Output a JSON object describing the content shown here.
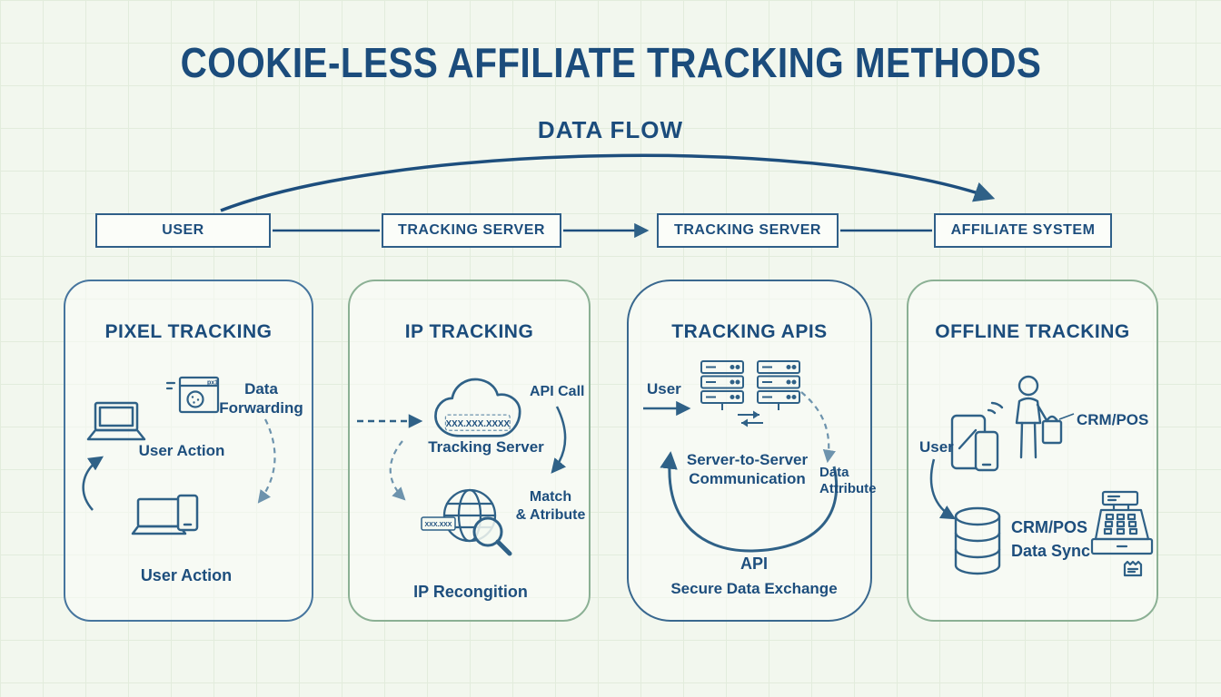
{
  "title": "COOKIE-LESS AFFILIATE TRACKING METHODS",
  "flow": {
    "label": "DATA FLOW",
    "nodes": [
      "USER",
      "TRACKING SERVER",
      "TRACKING SERVER",
      "AFFILIATE SYSTEM"
    ]
  },
  "cards": {
    "pixel": {
      "title": "PIXEL TRACKING",
      "pixel_tag": "px1",
      "data_forwarding_1": "Data",
      "data_forwarding_2": "Forwarding",
      "user_action_top": "User Action",
      "user_action_bottom": "User Action"
    },
    "ip": {
      "title": "IP TRACKING",
      "cloud_ip": "XXX.XXX.XXXX",
      "api_call": "API Call",
      "tracking_server": "Tracking Server",
      "match_1": "Match",
      "match_2": "& Atribute",
      "globe_tag": "XXX.XXX",
      "ip_recognition": "IP Recongition"
    },
    "apis": {
      "title": "TRACKING APIS",
      "user": "User",
      "s2s_1": "Server-to-Server",
      "s2s_2": "Communication",
      "data_attr_1": "Data",
      "data_attr_2": "Attribute",
      "api": "API",
      "secure": "Secure Data Exchange"
    },
    "offline": {
      "title": "OFFLINE TRACKING",
      "user": "User",
      "crm_pos": "CRM/POS",
      "sync_1": "CRM/POS",
      "sync_2": "Data Sync"
    }
  },
  "colors": {
    "title_blue": "#1b4c7c",
    "icon_blue": "#2f6187",
    "dashed_blue": "#6d93ad",
    "card_border_blue": "#46759e",
    "card_border_green": "#8bb094",
    "background": "#f2f7ee"
  }
}
